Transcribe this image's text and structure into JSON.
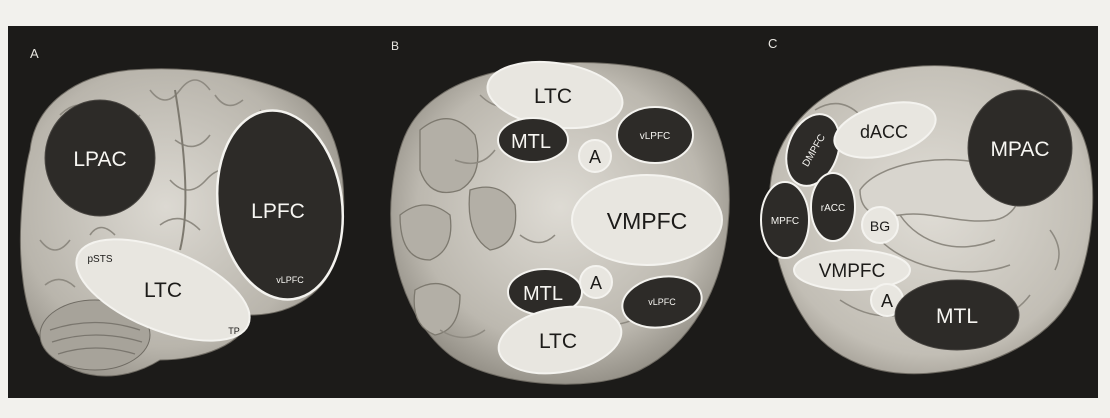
{
  "panels": [
    {
      "letter": "A",
      "regions": [
        {
          "label": "LPAC",
          "style": "dark"
        },
        {
          "label": "LPFC",
          "style": "dark"
        },
        {
          "label": "LTC",
          "style": "light"
        },
        {
          "label": "pSTS",
          "style": "inner-small"
        },
        {
          "label": "vLPFC",
          "style": "inner-small"
        },
        {
          "label": "TP",
          "style": "inner-small"
        }
      ]
    },
    {
      "letter": "B",
      "regions": [
        {
          "label": "LTC",
          "style": "light"
        },
        {
          "label": "MTL",
          "style": "dark"
        },
        {
          "label": "A",
          "style": "circle-light"
        },
        {
          "label": "vLPFC",
          "style": "dark"
        },
        {
          "label": "VMPFC",
          "style": "light"
        },
        {
          "label": "MTL",
          "style": "dark"
        },
        {
          "label": "A",
          "style": "circle-light"
        },
        {
          "label": "vLPFC",
          "style": "dark"
        },
        {
          "label": "LTC",
          "style": "light"
        }
      ]
    },
    {
      "letter": "C",
      "regions": [
        {
          "label": "DMPFC",
          "style": "dark"
        },
        {
          "label": "dACC",
          "style": "light"
        },
        {
          "label": "MPAC",
          "style": "dark"
        },
        {
          "label": "MPFC",
          "style": "dark"
        },
        {
          "label": "rACC",
          "style": "dark"
        },
        {
          "label": "BG",
          "style": "circle-light"
        },
        {
          "label": "VMPFC",
          "style": "light"
        },
        {
          "label": "A",
          "style": "circle-light"
        },
        {
          "label": "MTL",
          "style": "dark"
        }
      ]
    }
  ],
  "colors": {
    "page": "#f2f1ed",
    "panel_background": "#1c1b19",
    "brain_surface": "#c9c6be",
    "brain_fold": "#8e8a81",
    "region_dark": "#2d2b28",
    "region_light": "#e8e6e0",
    "outline": "#f4f3ef",
    "text_light": "#f7f6f2",
    "text_dark": "#1c1b19"
  }
}
